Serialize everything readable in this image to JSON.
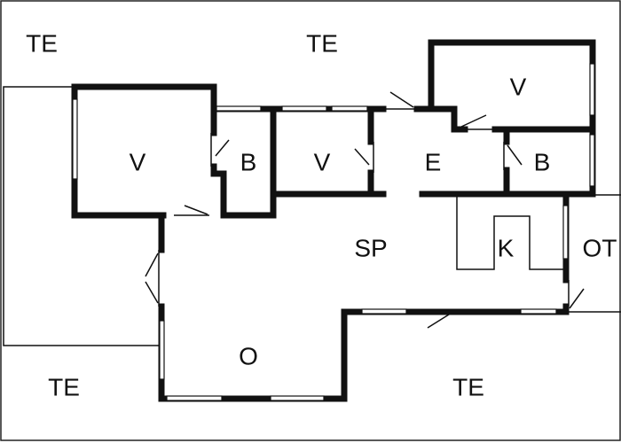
{
  "labels": {
    "terrace_top_left": "TE",
    "terrace_top_center": "TE",
    "terrace_bottom_left": "TE",
    "terrace_bottom_right": "TE",
    "bedroom_left": "V",
    "bath_left": "B",
    "bedroom_center": "V",
    "entrance": "E",
    "bedroom_right": "V",
    "bath_right": "B",
    "living": "SP",
    "kitchen": "K",
    "storage": "OT",
    "lounge": "O"
  },
  "colors": {
    "wall": "#111111",
    "background": "#ffffff"
  }
}
